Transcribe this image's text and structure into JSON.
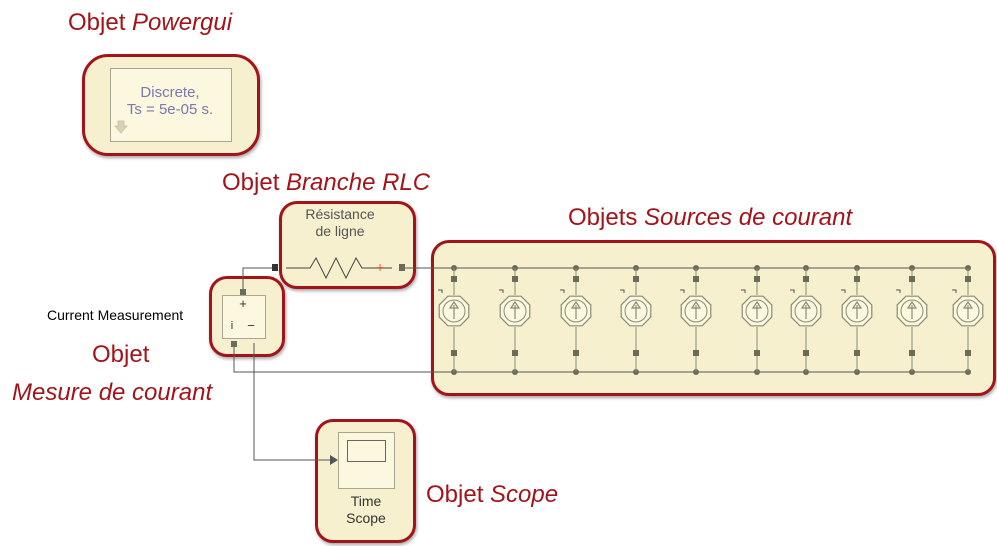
{
  "annotations": {
    "powergui": {
      "prefix": "Objet ",
      "italic": "Powergui"
    },
    "rlc": {
      "prefix": "Objet ",
      "italic": "Branche RLC"
    },
    "sources": {
      "prefix": "Objets ",
      "italic": "Sources de courant"
    },
    "measure": {
      "line1": "Objet",
      "line2": "Mesure de courant"
    },
    "scope": {
      "prefix": "Objet ",
      "italic": "Scope"
    }
  },
  "blocks": {
    "powergui": {
      "line1": "Discrete,",
      "line2": "Ts = 5e-05 s."
    },
    "resistance": {
      "line1": "Résistance",
      "line2": "de ligne"
    },
    "current_measurement": {
      "label": "Current Measurement",
      "plus": "+",
      "minus": "−"
    },
    "scope": {
      "line1": "Time",
      "line2": "Scope"
    },
    "current_sources": {
      "count": 10
    }
  },
  "colors": {
    "annotation": "#a3141a",
    "highlight_fill": "#f6f0cf",
    "block_fill": "#fbf8df",
    "wire": "#555555",
    "source_stroke": "#8a8b74",
    "powergui_text": "#7a78b0"
  }
}
